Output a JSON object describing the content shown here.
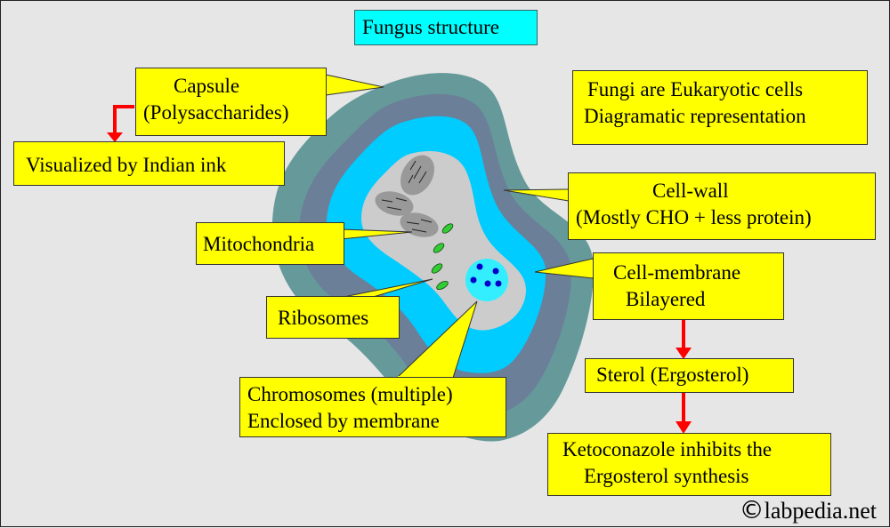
{
  "title": "Fungus structure",
  "labels": {
    "capsule": [
      "Capsule",
      "(Polysaccharides)"
    ],
    "indian_ink": "Visualized by Indian ink",
    "mitochondria": "Mitochondria",
    "ribosomes": "Ribosomes",
    "chromosomes": [
      "Chromosomes (multiple)",
      "Enclosed by membrane"
    ],
    "eukaryotic_note": [
      "Fungi are Eukaryotic cells",
      "Diagramatic representation"
    ],
    "cell_wall": [
      "Cell-wall",
      "(Mostly CHO + less protein)"
    ],
    "cell_membrane": [
      "Cell-membrane",
      "Bilayered"
    ],
    "sterol": "Sterol (Ergosterol)",
    "ketoconazole": [
      "Ketoconazole inhibits the",
      "Ergosterol synthesis"
    ]
  },
  "watermark": {
    "symbol": "©",
    "text": "labpedia.net"
  },
  "colors": {
    "background": "#e6e6e6",
    "capsule_layer": "#669999",
    "cell_wall_layer": "#6b7f99",
    "membrane_layer": "#00ccff",
    "cytoplasm": "#cccccc",
    "mitochondria": "#999999",
    "ribosome": "#33cc33",
    "nucleus": "#33eeff",
    "chromosome": "#0000cc",
    "label_fill": "#ffff00",
    "title_fill": "#00ffff",
    "arrow": "#ff0000"
  }
}
